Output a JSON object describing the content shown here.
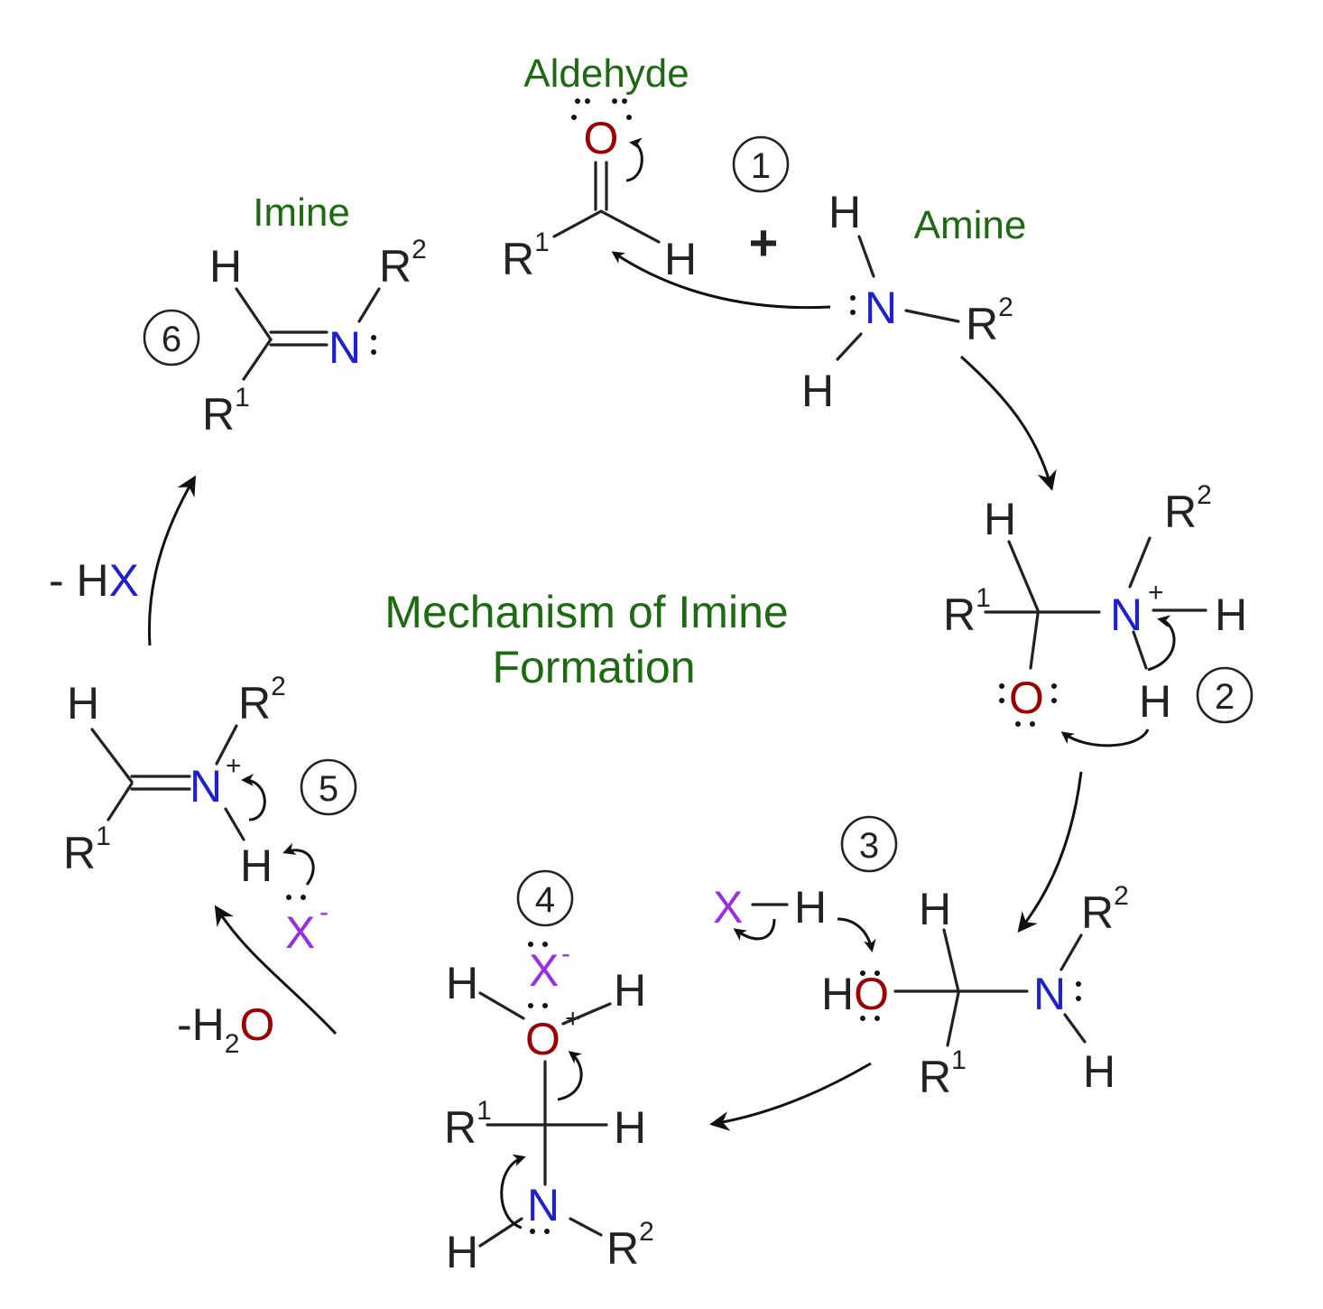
{
  "title_line1": "Mechanism of Imine",
  "title_line2": "Formation",
  "labels": {
    "aldehyde": "Aldehyde",
    "amine": "Amine",
    "imine": "Imine"
  },
  "plus": "+",
  "loss_h2o": {
    "prefix": "-H",
    "sub": "2",
    "o": "O"
  },
  "loss_hx": {
    "prefix": "- H",
    "x": "X"
  },
  "steps": [
    "1",
    "2",
    "3",
    "4",
    "5",
    "6"
  ],
  "atoms": {
    "H": "H",
    "O": "O",
    "N": "N",
    "X": "X",
    "R": "R"
  },
  "charges": {
    "plus": "+",
    "minus": "-"
  },
  "superscripts": {
    "one": "1",
    "two": "2"
  },
  "colors": {
    "label_green": "#1d6a12",
    "oxygen": "#9b0000",
    "nitrogen": "#1f22c8",
    "halide": "#9a2fe0"
  }
}
